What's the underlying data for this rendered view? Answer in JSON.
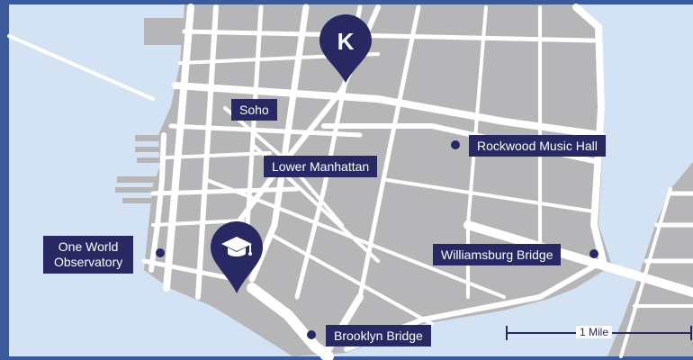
{
  "map": {
    "colors": {
      "water": "#d3e3f4",
      "land": "#b6b6b8",
      "road": "#ffffff",
      "marker": "#282863",
      "border": "#3a5a9c"
    },
    "labels": {
      "soho": "Soho",
      "lower_manhattan": "Lower Manhattan",
      "rockwood": "Rockwood Music Hall",
      "one_world_line1": "One World",
      "one_world_line2": "Observatory",
      "williamsburg": "Williamsburg Bridge",
      "brooklyn": "Brooklyn Bridge"
    },
    "markers": {
      "k_pin_letter": "K",
      "k_pin_icon": "k-logo-icon",
      "school_pin_icon": "graduation-cap-icon"
    },
    "scale": {
      "label": "1 Mile"
    }
  }
}
